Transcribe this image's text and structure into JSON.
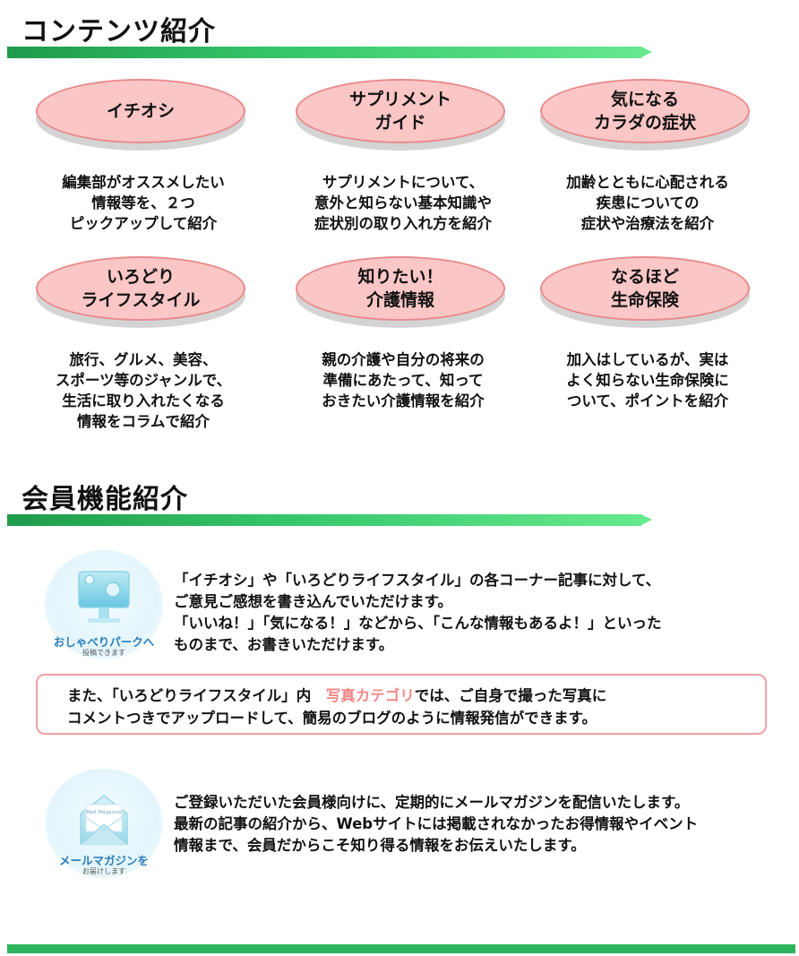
{
  "contents": {
    "title": "コンテンツ紹介",
    "cards": [
      {
        "title": "イチオシ",
        "desc": "編集部がオススメしたい\n情報等を、２つ\nピックアップして紹介"
      },
      {
        "title": "サプリメント\nガイド",
        "desc": "サプリメントについて、\n意外と知らない基本知識や\n症状別の取り入れ方を紹介"
      },
      {
        "title": "気になる\nカラダの症状",
        "desc": "加齢とともに心配される\n疾患についての\n症状や治療法を紹介"
      },
      {
        "title": "いろどり\nライフスタイル",
        "desc": "旅行、グルメ、美容、\nスポーツ等のジャンルで、\n生活に取り入れたくなる\n情報をコラムで紹介"
      },
      {
        "title": "知りたい！\n介護情報",
        "desc": "親の介護や自分の将来の\n準備にあたって、知って\nおきたい介護情報を紹介"
      },
      {
        "title": "なるほど\n生命保険",
        "desc": "加入はしているが、実は\nよく知らない生命保険に\nついて、ポイントを紹介"
      }
    ]
  },
  "members": {
    "title": "会員機能紹介",
    "park": {
      "icon_label": "おしゃべりパークへ",
      "icon_sub": "投稿できます",
      "text": "「イチオシ」や「いろどりライフスタイル」の各コーナー記事に対して、\nご意見ご感想を書き込んでいただけます。\n「いいね！」「気になる！」などから、「こんな情報もあるよ！」といった\nものまで、お書きいただけます。"
    },
    "photo": {
      "text_before": "また、「いろどりライフスタイル」内　",
      "link": "写真カテゴリ",
      "text_after": "では、ご自身で撮った写真に",
      "line2": "コメントつきでアップロードして、簡易のブログのように情報発信ができます。"
    },
    "mail": {
      "icon_caption": "Mail Magazine",
      "icon_label": "メールマガジンを",
      "icon_sub": "お届けします",
      "text": "ご登録いただいた会員様向けに、定期的にメールマガジンを配信いたします。\n最新の記事の紹介から、Webサイトには掲載されなかったお得情報やイベント\n情報まで、会員だからこそ知り得る情報をお伝えいたします。"
    }
  },
  "colors": {
    "pill_fill": "#fbc6c6",
    "pill_border": "#e88b8b",
    "green_bar": "#37c76a",
    "link_pink": "#f08a8a",
    "icon_blue": "#2a7eb8"
  },
  "icons": [
    "chat-monitor-icon",
    "mail-envelope-icon"
  ]
}
